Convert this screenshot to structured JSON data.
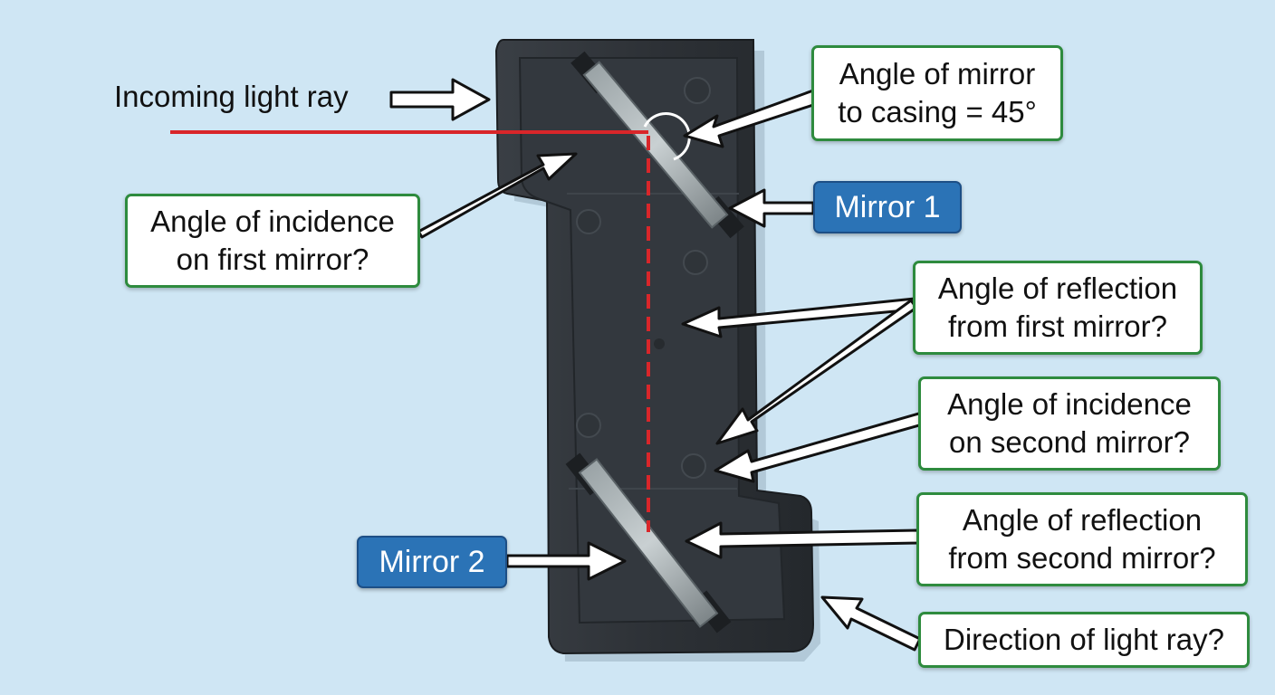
{
  "labels": {
    "incoming": "Incoming light ray",
    "mirror_angle": [
      "Angle of mirror",
      "to casing = 45°"
    ],
    "incidence_first": [
      "Angle of incidence",
      "on first mirror?"
    ],
    "mirror1": "Mirror 1",
    "reflection_first": [
      "Angle of reflection",
      "from first mirror?"
    ],
    "incidence_second": [
      "Angle of incidence",
      "on second mirror?"
    ],
    "reflection_second": [
      "Angle of reflection",
      "from second mirror?"
    ],
    "mirror2": "Mirror 2",
    "direction": "Direction of light ray?"
  },
  "colors": {
    "background": "#cfe6f4",
    "casing": "#2b2f34",
    "ray": "#d9262a",
    "callout_border": "#2e8b3e",
    "tag_fill": "#2b73b6"
  }
}
